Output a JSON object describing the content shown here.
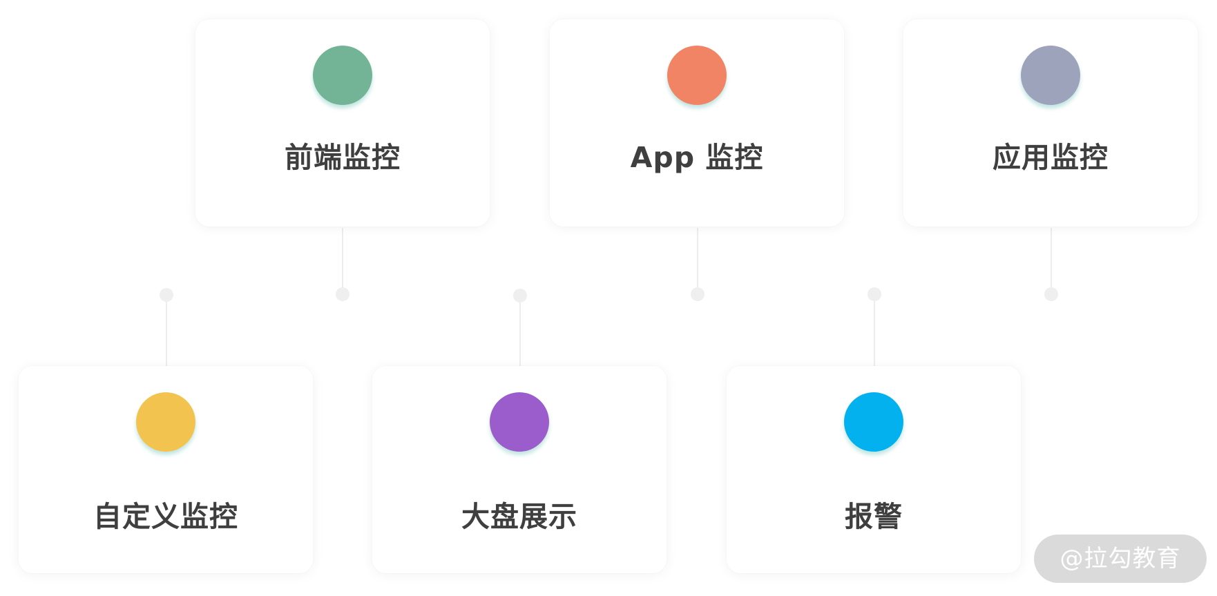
{
  "diagram": {
    "top_cards": [
      {
        "label": "前端监控",
        "color": "#72b495"
      },
      {
        "label": "App 监控",
        "color": "#f28466"
      },
      {
        "label": "应用监控",
        "color": "#9ea3bc"
      }
    ],
    "bottom_cards": [
      {
        "label": "自定义监控",
        "color": "#f2c44f"
      },
      {
        "label": "大盘展示",
        "color": "#9b5ccc"
      },
      {
        "label": "报警",
        "color": "#03b1ef"
      }
    ]
  },
  "watermark": {
    "text": "@拉勾教育"
  }
}
